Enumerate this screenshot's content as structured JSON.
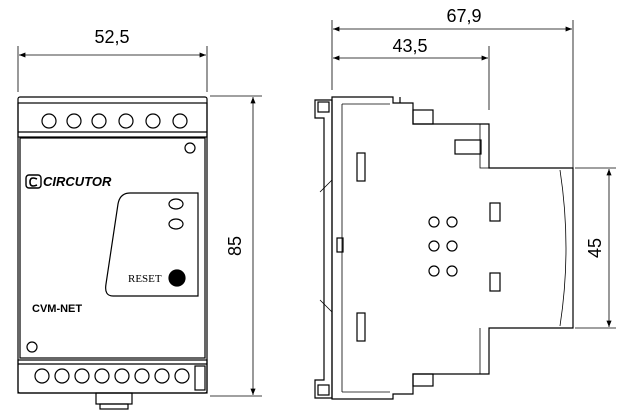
{
  "front_view": {
    "width_dim": "52,5",
    "height_dim": "85",
    "brand": "CIRCUTOR",
    "reset_label": "RESET",
    "model": "CVM-NET"
  },
  "side_view": {
    "overall_depth_dim": "67,9",
    "partial_depth_dim": "43,5",
    "height_dim": "45"
  }
}
